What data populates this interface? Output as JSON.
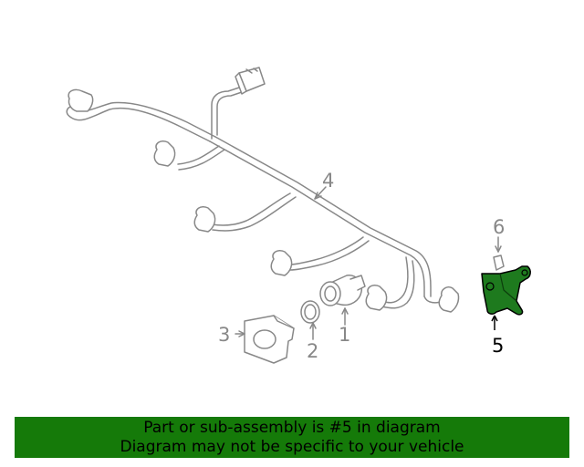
{
  "diagram": {
    "callouts": {
      "part_1": "1",
      "part_2": "2",
      "part_3": "3",
      "part_4": "4",
      "part_5": "5",
      "part_6": "6"
    },
    "colors": {
      "line": "#888888",
      "highlight_fill": "#1e7a1e",
      "highlight_text": "#000000"
    }
  },
  "banner": {
    "line1": "Part or sub-assembly is #5 in diagram",
    "line2": "Diagram may not be specific to your vehicle",
    "background": "#157a09"
  }
}
